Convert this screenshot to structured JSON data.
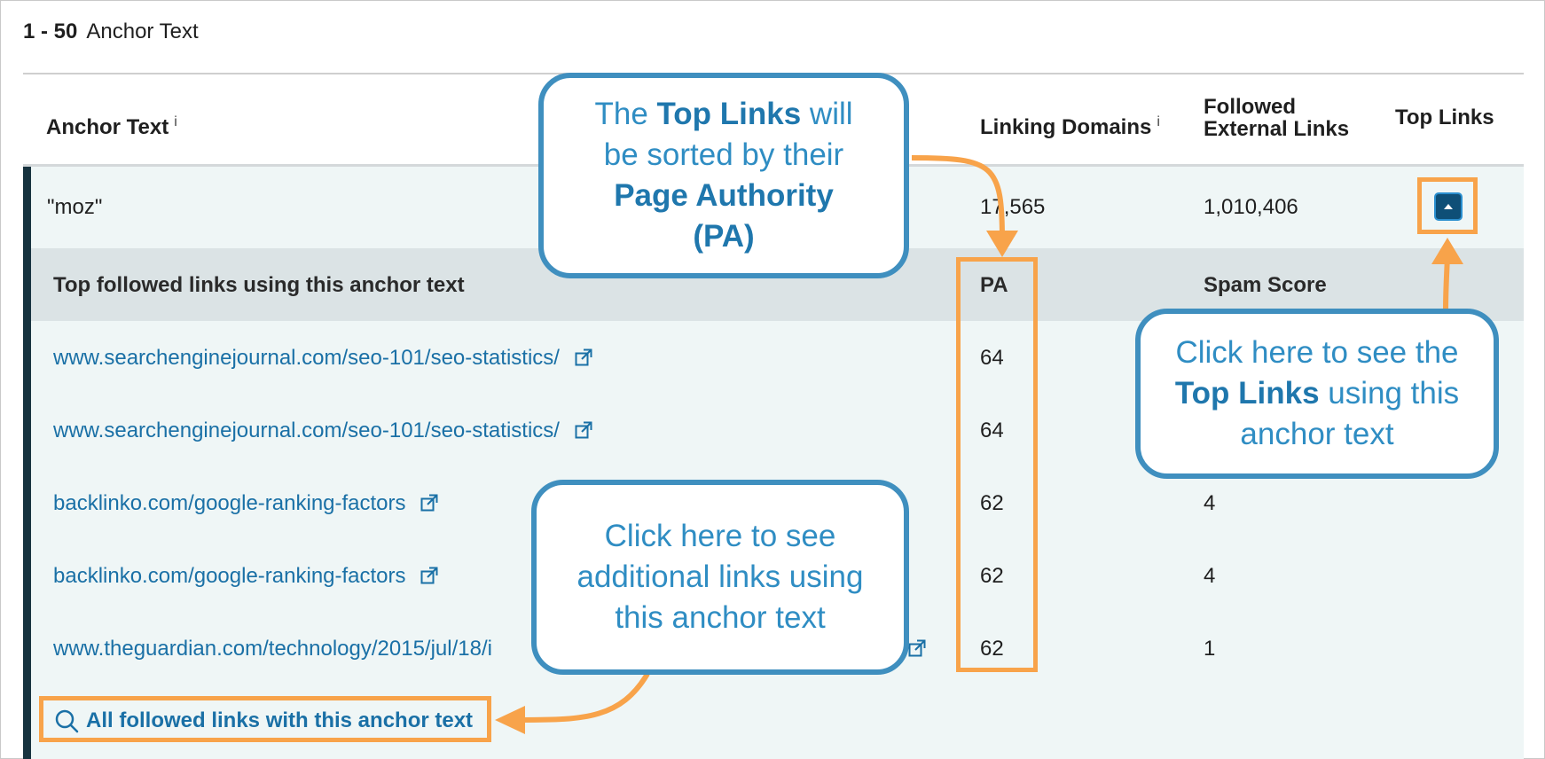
{
  "section": {
    "range": "1 - 50",
    "title": "Anchor Text"
  },
  "columns": {
    "anchor_text": "Anchor Text",
    "info": "i",
    "linking_domains": "Linking Domains",
    "followed_line1": "Followed",
    "followed_line2": "External Links",
    "top_links": "Top Links"
  },
  "row": {
    "anchor": "\"moz\"",
    "linking_domains": "17,565",
    "followed_external_links": "1,010,406"
  },
  "subheader": {
    "title": "Top followed links using this anchor text",
    "pa": "PA",
    "spam_score": "Spam Score"
  },
  "links": [
    {
      "url": "www.searchenginejournal.com/seo-101/seo-statistics/",
      "pa": "64",
      "spam": ""
    },
    {
      "url": "www.searchenginejournal.com/seo-101/seo-statistics/",
      "pa": "64",
      "spam": ""
    },
    {
      "url": "backlinko.com/google-ranking-factors",
      "pa": "62",
      "spam": "4"
    },
    {
      "url": "backlinko.com/google-ranking-factors",
      "pa": "62",
      "spam": "4"
    },
    {
      "url": "www.theguardian.com/technology/2015/jul/18/i",
      "pa": "62",
      "spam": "1"
    }
  ],
  "all_links_label": "All followed links with this anchor text",
  "callouts": {
    "sorted_pre": "The ",
    "sorted_bold": "Top Links",
    "sorted_post": " will be sorted by their",
    "sorted_bold2": "Page Authority (PA)",
    "click_top_pre": "Click here to see the",
    "click_top_bold": "Top Links",
    "click_top_post": " using this anchor text",
    "click_additional": "Click here to see additional links using this anchor text"
  },
  "colors": {
    "highlight": "#f8a34a",
    "callout_border": "#3f8fbf",
    "link": "#1a70a6",
    "expanded_bg": "#eff6f6",
    "subheader_bg": "#dbe3e5",
    "left_bar": "#17333f"
  }
}
